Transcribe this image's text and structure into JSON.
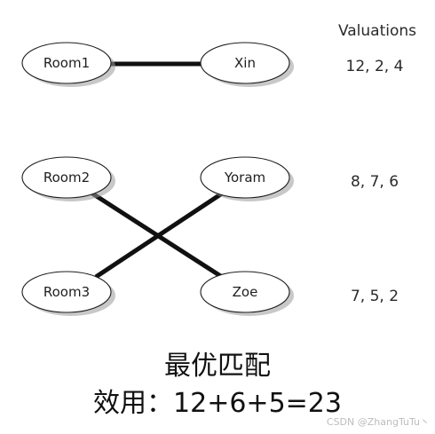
{
  "valuations_header": "Valuations",
  "rows": [
    {
      "room": "Room1",
      "buyer": "Xin",
      "valuation": "12, 2, 4"
    },
    {
      "room": "Room2",
      "buyer": "Yoram",
      "valuation": "8, 7, 6"
    },
    {
      "room": "Room3",
      "buyer": "Zoe",
      "valuation": "7, 5, 2"
    }
  ],
  "matching": [
    {
      "room": "Room1",
      "buyer": "Xin"
    },
    {
      "room": "Room2",
      "buyer": "Zoe"
    },
    {
      "room": "Room3",
      "buyer": "Yoram"
    }
  ],
  "caption": {
    "title": "最优匹配",
    "utility": "效用：12+6+5=23"
  },
  "watermark": "CSDN @ZhangTuTu丶",
  "colors": {
    "edge": "#111111",
    "node_fill": "#ffffff",
    "node_stroke": "#1c1c1c",
    "text": "#222222"
  }
}
